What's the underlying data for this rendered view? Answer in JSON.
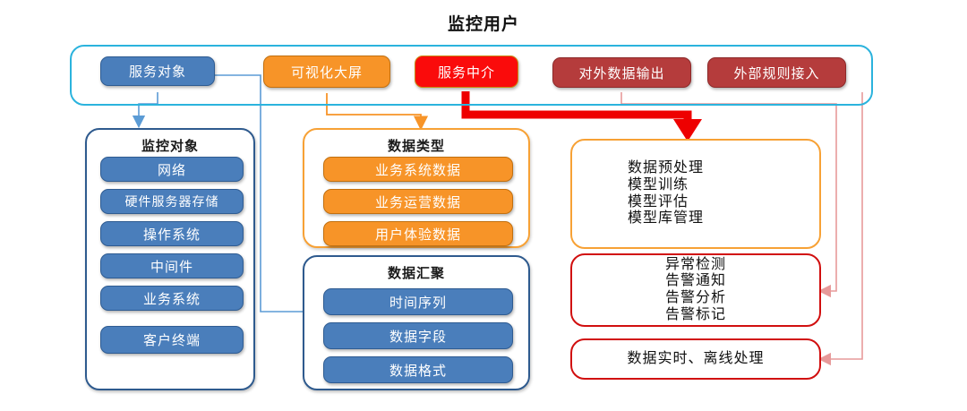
{
  "title": "监控用户",
  "colors": {
    "blue": "#4a7ebb",
    "orange": "#f79428",
    "red": "#fa0b0b",
    "dark_red": "#b53c3c",
    "cyan_border": "#2bb3dd",
    "crimson_border": "#d10f0f",
    "amber_border": "#f7a135",
    "navy_border": "#2e5a8e"
  },
  "top_row": {
    "container": "user-layer",
    "nodes": [
      {
        "label": "服务对象",
        "style": "blue"
      },
      {
        "label": "可视化大屏",
        "style": "orange"
      },
      {
        "label": "服务中介",
        "style": "red"
      },
      {
        "label": "对外数据输出",
        "style": "dark_red"
      },
      {
        "label": "外部规则接入",
        "style": "dark_red"
      }
    ]
  },
  "groups": [
    {
      "title": "监控对象",
      "style": "navy",
      "items": [
        "网络",
        "硬件服务器存储",
        "操作系统",
        "中间件",
        "业务系统",
        "客户终端"
      ],
      "item_style": "blue"
    },
    {
      "title": "数据类型",
      "style": "amber",
      "items": [
        "业务系统数据",
        "业务运营数据",
        "用户体验数据"
      ],
      "item_style": "orange"
    },
    {
      "title": "数据汇聚",
      "style": "navy",
      "items": [
        "时间序列",
        "数据字段",
        "数据格式"
      ],
      "item_style": "blue"
    }
  ],
  "panels": [
    {
      "style": "amber",
      "lines": [
        "数据预处理",
        "模型训练",
        "模型评估",
        "模型库管理"
      ]
    },
    {
      "style": "crimson",
      "lines": [
        "异常检测",
        "告警通知",
        "告警分析",
        "告警标记"
      ]
    },
    {
      "style": "crimson",
      "lines": [
        "数据实时、离线处理"
      ]
    }
  ]
}
